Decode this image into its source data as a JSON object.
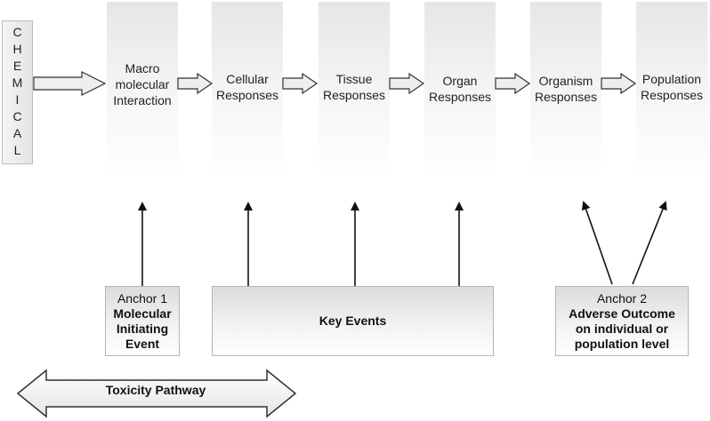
{
  "chemical": {
    "letters": [
      "C",
      "H",
      "E",
      "M",
      "I",
      "C",
      "A",
      "L"
    ]
  },
  "levels": [
    {
      "lines": [
        "Macro",
        "molecular",
        "Interaction"
      ]
    },
    {
      "lines": [
        "Cellular",
        "Responses"
      ]
    },
    {
      "lines": [
        "Tissue",
        "Responses"
      ]
    },
    {
      "lines": [
        "Organ",
        "Responses"
      ]
    },
    {
      "lines": [
        "Organism",
        "Responses"
      ]
    },
    {
      "lines": [
        "Population",
        "Responses"
      ]
    }
  ],
  "anchor1": {
    "title": "Anchor 1",
    "bold_lines": [
      "Molecular",
      "Initiating",
      "Event"
    ]
  },
  "key_events": {
    "label": "Key Events"
  },
  "anchor2": {
    "title": "Anchor 2",
    "bold_lines": [
      "Adverse Outcome",
      "on individual or",
      "population level"
    ]
  },
  "toxicity_pathway": {
    "label": "Toxicity Pathway"
  },
  "colors": {
    "column_top": "#e6e6e6",
    "arrow_fill": "#eeeeee",
    "stroke": "#333333"
  }
}
